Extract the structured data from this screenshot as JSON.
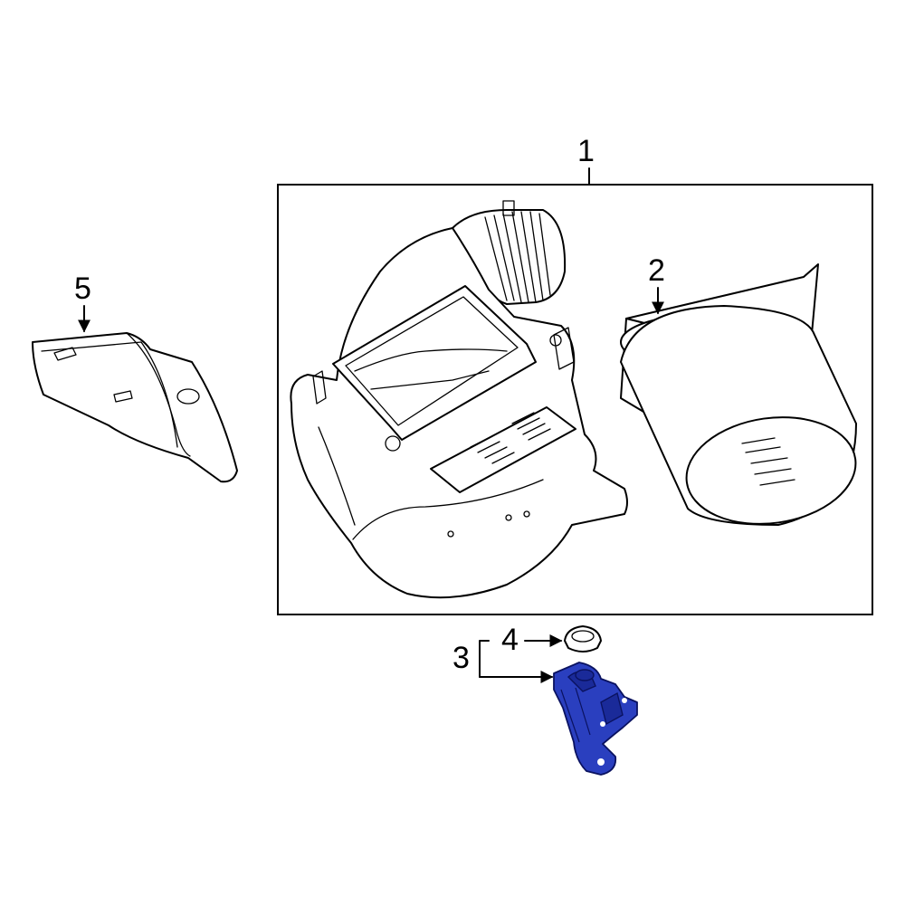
{
  "diagram": {
    "callouts": [
      {
        "id": "1",
        "label": "1"
      },
      {
        "id": "2",
        "label": "2"
      },
      {
        "id": "3",
        "label": "3"
      },
      {
        "id": "4",
        "label": "4"
      },
      {
        "id": "5",
        "label": "5"
      }
    ],
    "highlight_color": "#2a3fbf",
    "highlighted_part": "3"
  }
}
